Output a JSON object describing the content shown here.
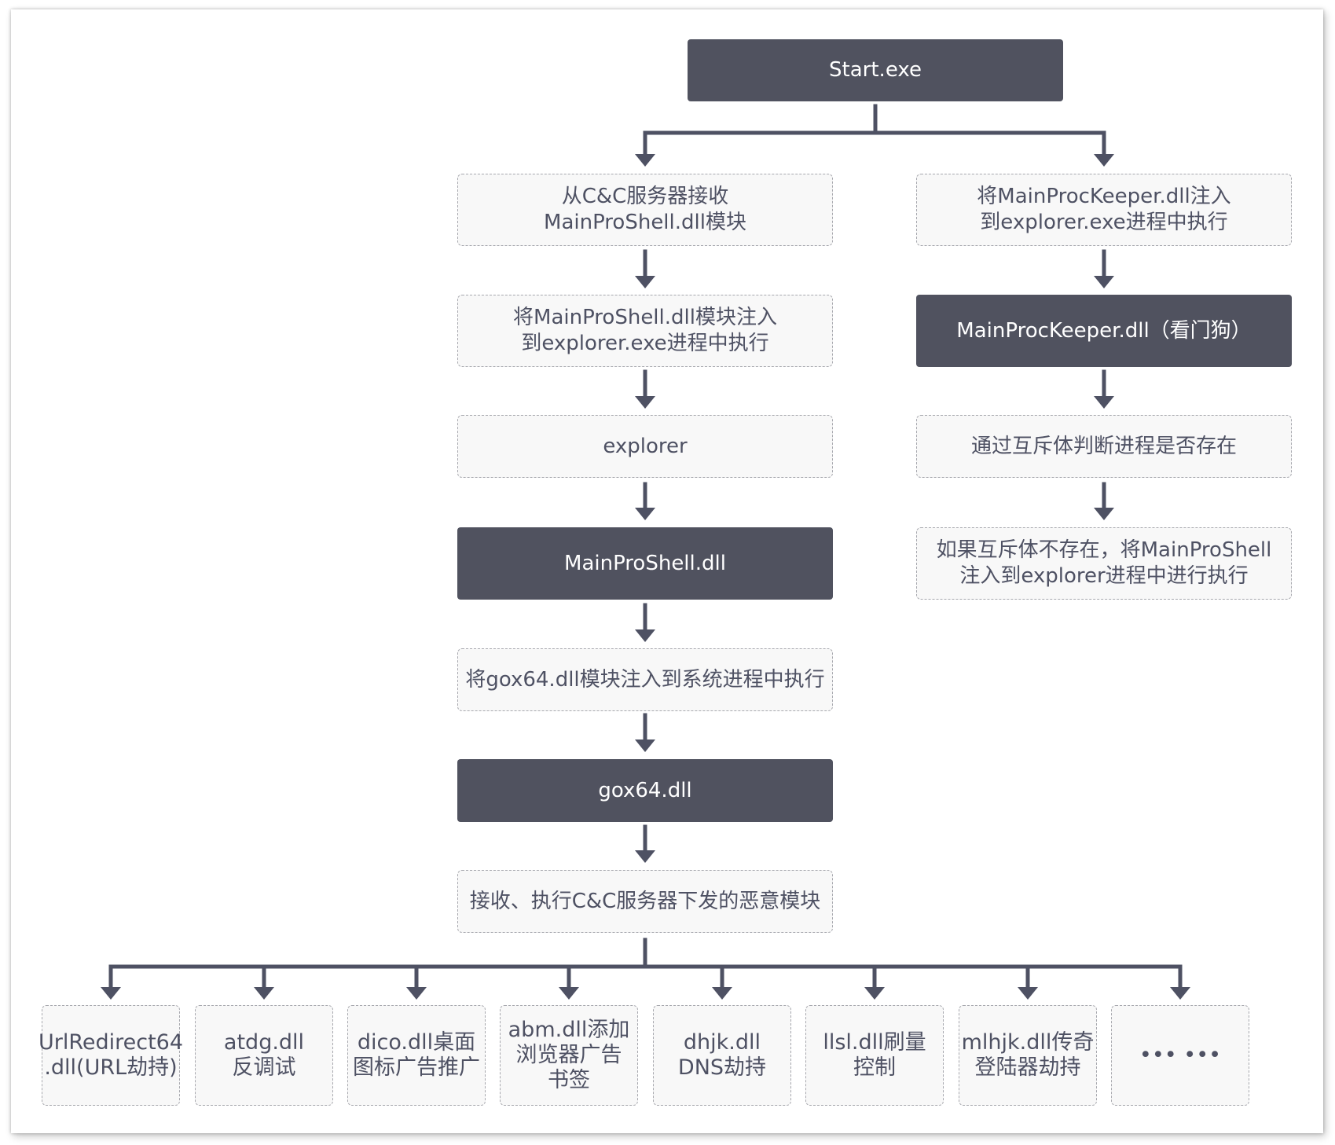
{
  "colors": {
    "solid_fill": "#50525f",
    "dashed_fill": "#f8f8f8",
    "dashed_border": "#a7a8ae",
    "connector": "#4e5163"
  },
  "nodes": {
    "start": "Start.exe",
    "receive_mainproshell": "从C&C服务器接收\nMainProShell.dll模块",
    "inject_keeper": "将MainProcKeeper.dll注入\n到explorer.exe进程中执行",
    "inject_mainproshell": "将MainProShell.dll模块注入\n到explorer.exe进程中执行",
    "keeper_dll": "MainProcKeeper.dll（看门狗）",
    "explorer": "explorer",
    "mutex_check": "通过互斥体判断进程是否存在",
    "mutex_absent": "如果互斥体不存在，将MainProShell\n注入到explorer进程中进行执行",
    "mainproshell_dll": "MainProShell.dll",
    "inject_gox64": "将gox64.dll模块注入到系统进程中执行",
    "gox64_dll": "gox64.dll",
    "execute_modules": "接收、执行C&C服务器下发的恶意模块"
  },
  "modules": [
    "UrlRedirect64\n.dll(URL劫持)",
    "atdg.dll\n反调试",
    "dico.dll桌面\n图标广告推广",
    "abm.dll添加\n浏览器广告\n书签",
    "dhjk.dll\nDNS劫持",
    "llsl.dll刷量\n控制",
    "mlhjk.dll传奇\n登陆器劫持",
    "••• •••"
  ]
}
